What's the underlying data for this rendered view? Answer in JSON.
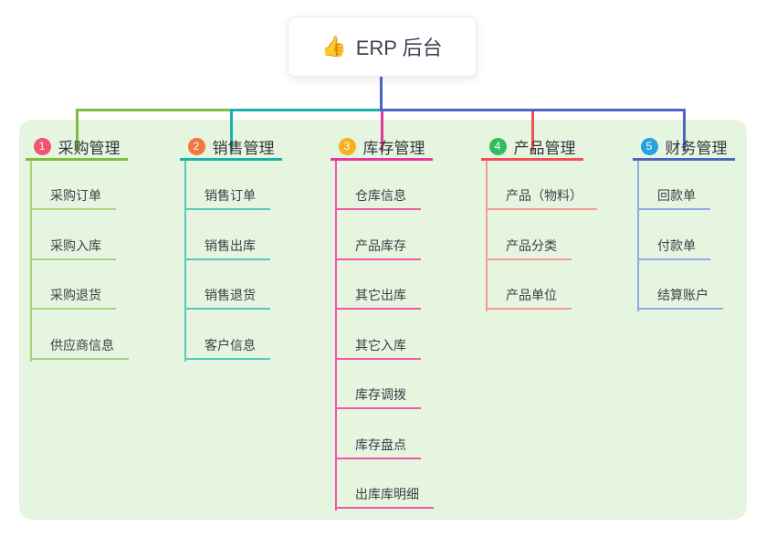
{
  "root": {
    "icon": "👍",
    "icon_name": "thumbs-up-icon",
    "label": "ERP 后台",
    "stem_color": "#4a66c4"
  },
  "panel": {
    "background": "#e6f5e0"
  },
  "branches": [
    {
      "index": "1",
      "label": "采购管理",
      "badge_color": "#f2536f",
      "line_color": "#7cbe3f",
      "child_line_color": "#a9d47d",
      "children": [
        "采购订单",
        "采购入库",
        "采购退货",
        "供应商信息"
      ]
    },
    {
      "index": "2",
      "label": "销售管理",
      "badge_color": "#f2763f",
      "line_color": "#18b2a9",
      "child_line_color": "#57c8c0",
      "children": [
        "销售订单",
        "销售出库",
        "销售退货",
        "客户信息"
      ]
    },
    {
      "index": "3",
      "label": "库存管理",
      "badge_color": "#f7b11c",
      "line_color": "#e03a9e",
      "child_line_color": "#f156ab",
      "children": [
        "仓库信息",
        "产品库存",
        "其它出库",
        "其它入库",
        "库存调拨",
        "库存盘点",
        "出库库明细"
      ]
    },
    {
      "index": "4",
      "label": "产品管理",
      "badge_color": "#2fbd62",
      "line_color": "#f0534f",
      "child_line_color": "#f59b93",
      "children": [
        "产品（物料）",
        "产品分类",
        "产品单位"
      ]
    },
    {
      "index": "5",
      "label": "财务管理",
      "badge_color": "#24a3e0",
      "line_color": "#4a66c4",
      "child_line_color": "#93a9e0",
      "children": [
        "回款单",
        "付款单",
        "结算账户"
      ]
    }
  ]
}
